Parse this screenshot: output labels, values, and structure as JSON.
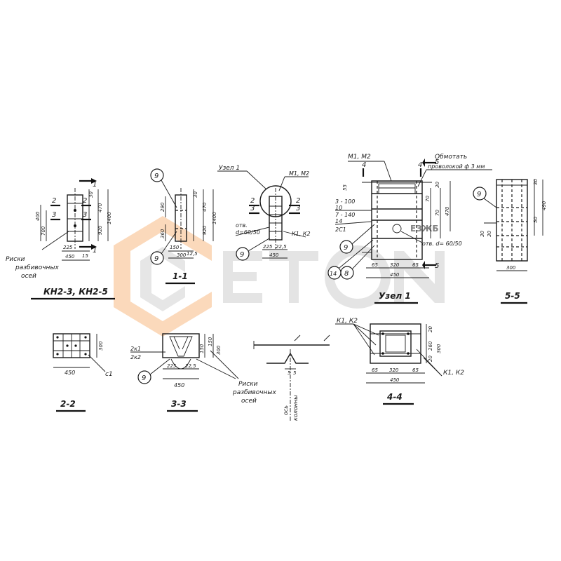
{
  "watermark": {
    "text": "ETON",
    "color_orange": "#f6a15a",
    "color_gray": "#cfcfcf"
  },
  "titles": {
    "t_kn": "КН2-3, КН2-5",
    "t_11": "1-1",
    "t_uzel_main": "Узел 1",
    "t_55": "5-5",
    "t_22": "2-2",
    "t_33": "3-3",
    "t_44": "4-4"
  },
  "labels": {
    "riski": "Риски",
    "razbivochnyh": "разбивочных",
    "osei": "осей",
    "uzel1": "Узел 1",
    "m1m2": "М1, М2",
    "k1k2": "К1, К2",
    "otv": "отв.",
    "d6050": "d=60/50",
    "otv_d": "отв. d= 60/50",
    "obmotat": "Обмотать",
    "provolokoy": "проволокой ф 3 мм",
    "os": "ось",
    "kolonny": "колонны",
    "c1": "с1",
    "2k1": "2к1",
    "2k2": "2к2",
    "2c1": "2С1",
    "p3_100": "3 - 100",
    "p10": "10",
    "p7_140": "7 - 140",
    "p14": "14"
  },
  "section_marks": {
    "s1": "1",
    "s2": "2",
    "s3": "3",
    "s4": "4",
    "s5": "5"
  },
  "bubbles": {
    "b9": "9",
    "b14": "14",
    "b8": "8"
  },
  "dims": {
    "d30": "30",
    "d470": "470",
    "d1400": "1400",
    "d920": "920",
    "d400": "400",
    "d700": "700",
    "d225": "225",
    "d450": "450",
    "d15": "15",
    "d290": "290",
    "d360": "360",
    "d150": "150",
    "d300": "300",
    "d12_5": "12,5",
    "d22_5": "22,5",
    "d65": "65",
    "d320": "320",
    "d70": "70",
    "d50": "50",
    "d20": "20",
    "d260": "260",
    "d5": "5",
    "d55": "55",
    "d490": "490"
  }
}
